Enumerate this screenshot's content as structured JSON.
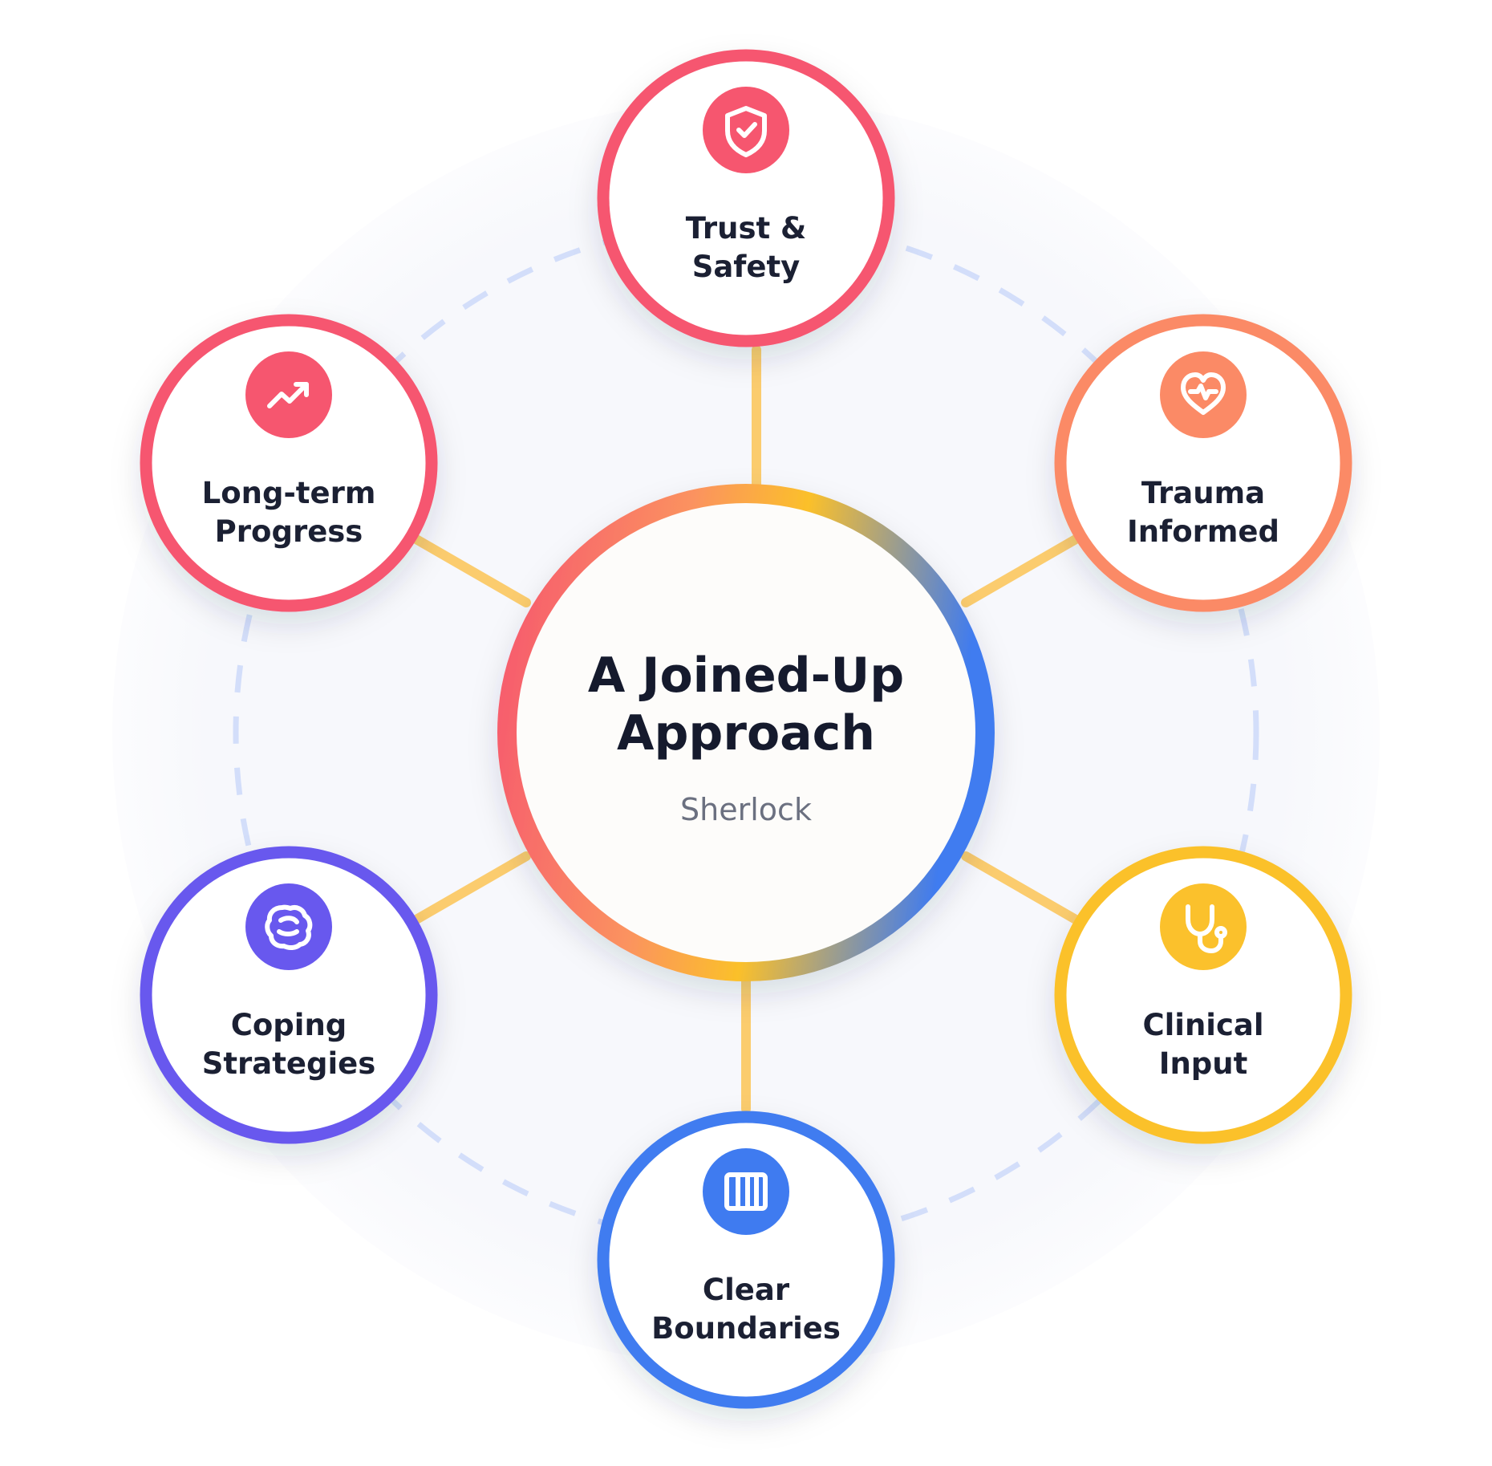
{
  "hub": {
    "title_line1": "A Joined-Up",
    "title_line2": "Approach",
    "subtitle": "Sherlock"
  },
  "nodes": [
    {
      "key": "trust",
      "line1": "Trust &",
      "line2": "Safety",
      "color": "#f6566f",
      "icon": "shield-check-icon"
    },
    {
      "key": "trauma",
      "line1": "Trauma",
      "line2": "Informed",
      "color": "#fb8a66",
      "icon": "heart-pulse-icon"
    },
    {
      "key": "clinical",
      "line1": "Clinical",
      "line2": "Input",
      "color": "#fbc12c",
      "icon": "stethoscope-icon"
    },
    {
      "key": "boundaries",
      "line1": "Clear",
      "line2": "Boundaries",
      "color": "#3f7bf0",
      "icon": "columns-icon"
    },
    {
      "key": "coping",
      "line1": "Coping",
      "line2": "Strategies",
      "color": "#6858ee",
      "icon": "brain-icon"
    },
    {
      "key": "progress",
      "line1": "Long-term",
      "line2": "Progress",
      "color": "#f6566f",
      "icon": "trending-up-icon"
    }
  ],
  "colors": {
    "connector": "#fbcc6e",
    "dashed_ring": "#d3defa",
    "background_disc": "#f7f8fc",
    "hub_fill": "#fdfcfa"
  }
}
